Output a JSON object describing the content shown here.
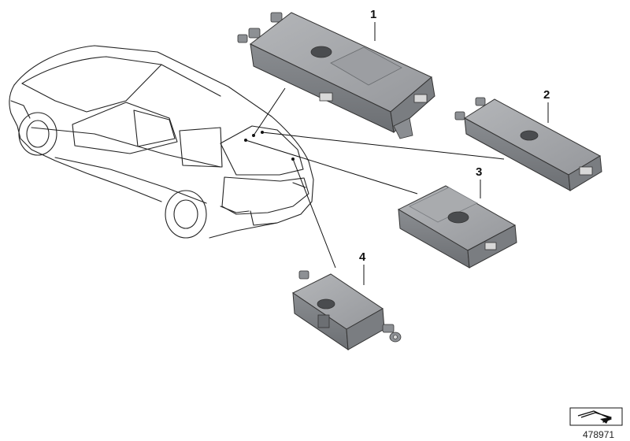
{
  "diagram": {
    "parts": [
      {
        "label": "1"
      },
      {
        "label": "2"
      },
      {
        "label": "3"
      },
      {
        "label": "4"
      }
    ],
    "reference_number": "478971",
    "colors": {
      "housing_top": "#a3a5a8",
      "housing_side": "#7c7f83",
      "housing_front": "#909397",
      "outline": "#222222"
    },
    "icons": [
      "car-outline-icon",
      "orientation-arrow-icon"
    ]
  }
}
